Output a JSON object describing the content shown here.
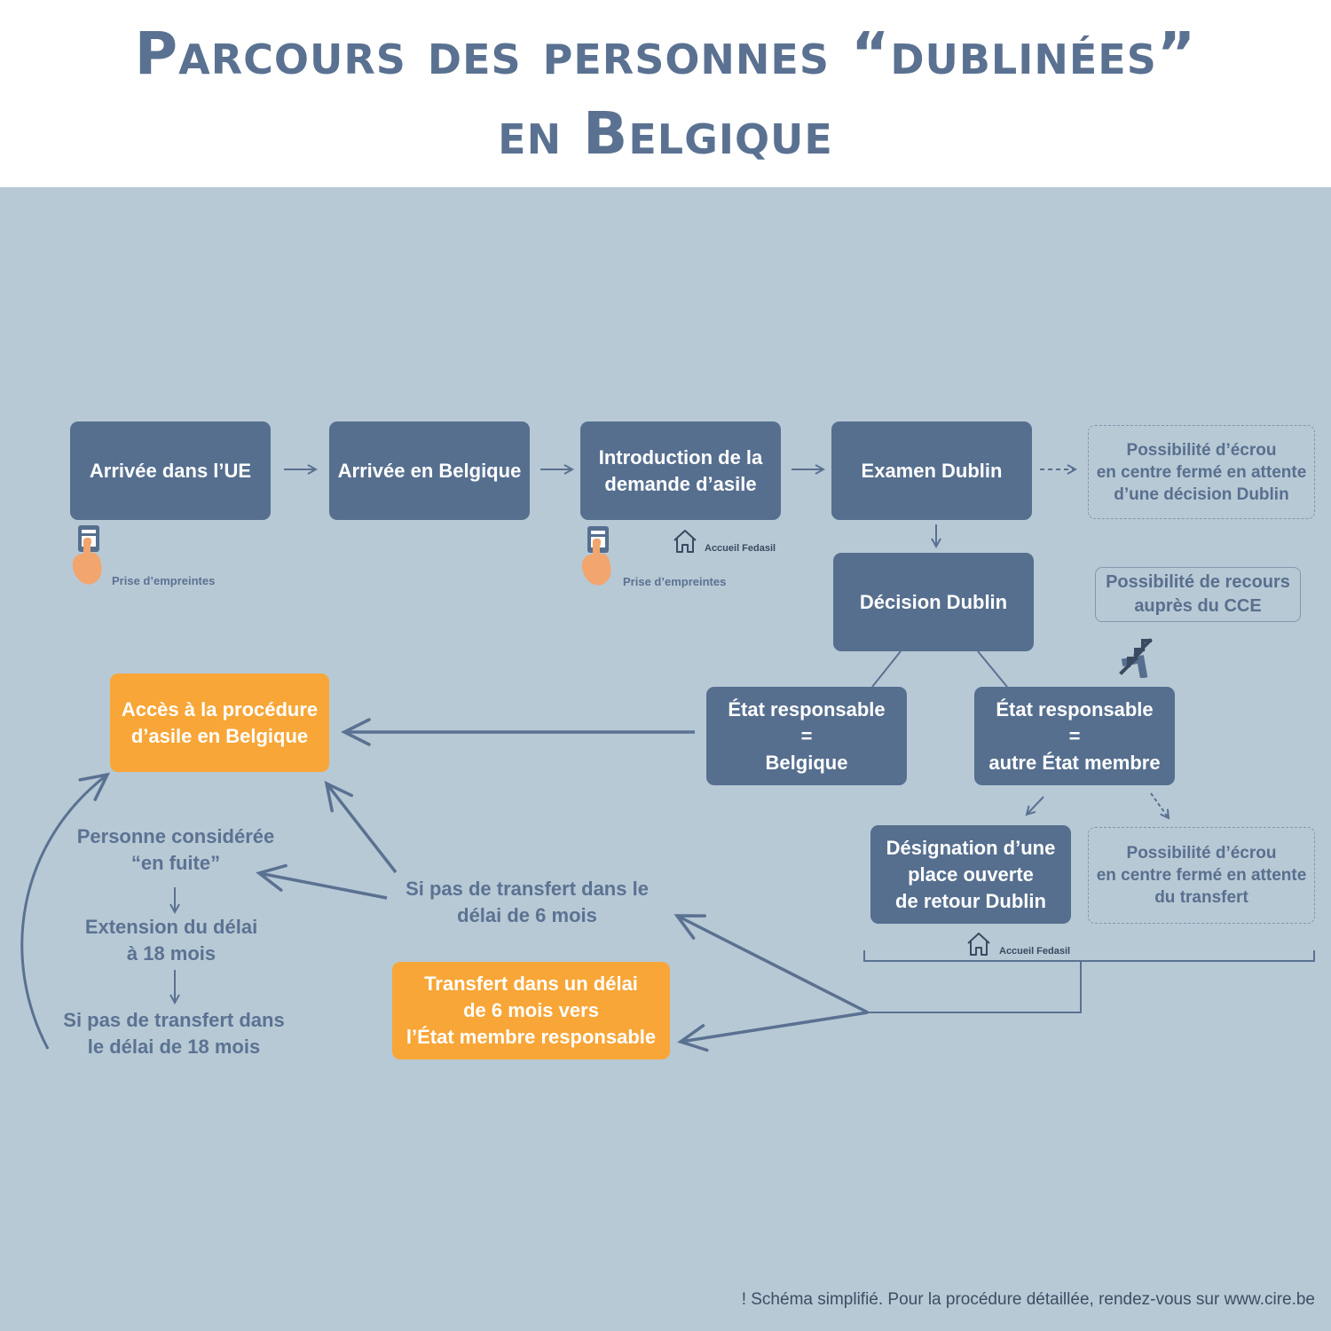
{
  "title": {
    "line1": "Parcours des personnes “dublinées”",
    "line2": "en Belgique"
  },
  "steps": {
    "arrivee_ue": "Arrivée dans l’UE",
    "arrivee_belgique": "Arrivée en Belgique",
    "introduction": "Introduction de la\ndemande d’asile",
    "examen": "Examen Dublin",
    "ecrou_decision": "Possibilité d’écrou\nen centre fermé en attente\nd’une décision Dublin",
    "decision": "Décision Dublin",
    "recours": "Possibilité de recours\nauprès du CCE",
    "etat_belgique": "État responsable\n=\nBelgique",
    "etat_autre": "État responsable\n=\nautre État membre",
    "designation": "Désignation d’une\nplace ouverte\nde retour Dublin",
    "ecrou_transfert": "Possibilité d’écrou\nen centre fermé en attente\ndu transfert",
    "acces": "Accès à la procédure\nd’asile en Belgique",
    "transfert": "Transfert dans un délai\nde 6 mois vers\nl’État membre responsable",
    "pas_transfert_6": "Si pas de transfert dans le\ndélai de 6 mois",
    "en_fuite": "Personne considérée\n“en fuite”",
    "extension": "Extension du délai\nà 18 mois",
    "pas_transfert_18": "Si pas de transfert dans\nle délai de 18 mois"
  },
  "annotations": {
    "empreintes_1": "Prise d’empreintes",
    "empreintes_2": "Prise d’empreintes",
    "fedasil_1": "Accueil Fedasil",
    "fedasil_2": "Accueil Fedasil"
  },
  "icons": [
    "fingerprint-scanner-icon",
    "house-icon",
    "chevron-up-icon"
  ],
  "colors": {
    "primary_box": "#566f8f",
    "highlight_box": "#f8a637",
    "background": "#b7c9d5",
    "title": "#5a7191"
  },
  "footer": "! Schéma simplifié. Pour la procédure détaillée, rendez-vous sur www.cire.be"
}
